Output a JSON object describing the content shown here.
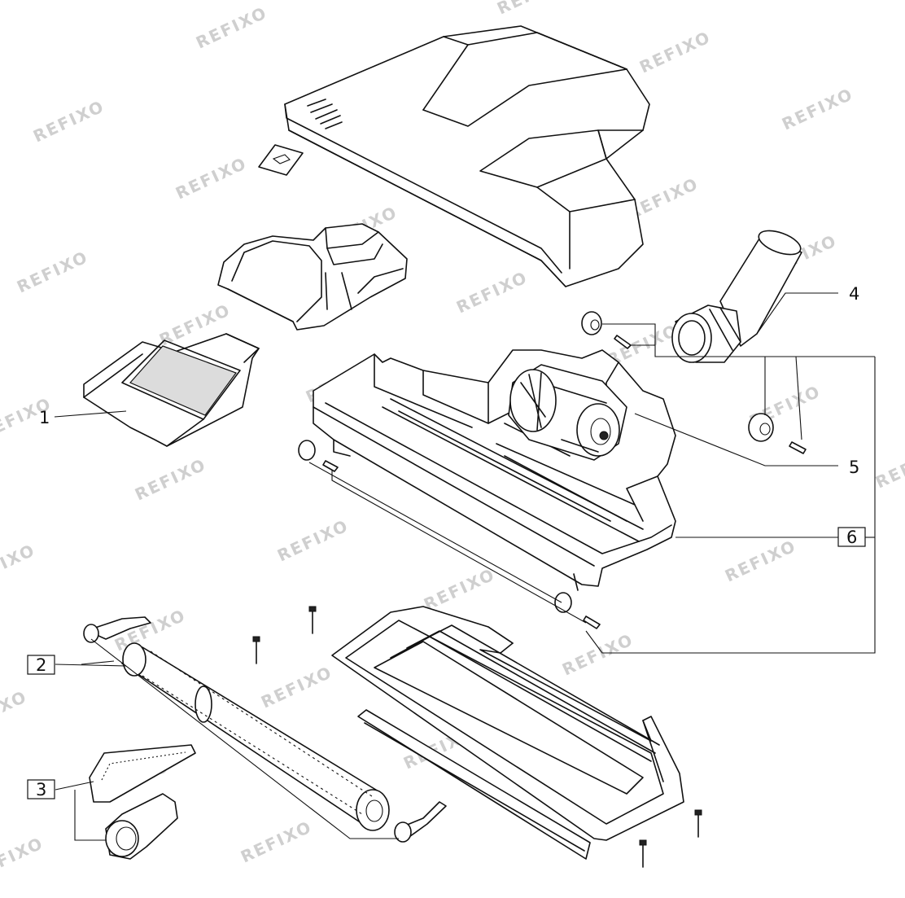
{
  "diagram": {
    "watermark": "REFIXO",
    "callouts": [
      {
        "id": "1",
        "boxed": false
      },
      {
        "id": "2",
        "boxed": true
      },
      {
        "id": "3",
        "boxed": true
      },
      {
        "id": "4",
        "boxed": false
      },
      {
        "id": "5",
        "boxed": false
      },
      {
        "id": "6",
        "boxed": true
      }
    ]
  }
}
